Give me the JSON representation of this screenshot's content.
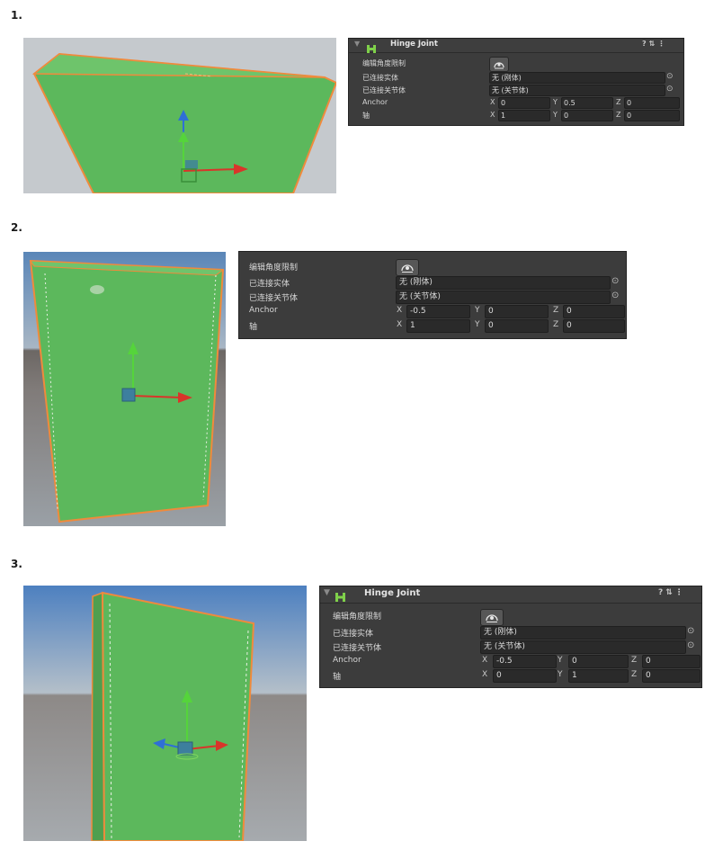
{
  "steps": [
    {
      "number": "1.",
      "component": {
        "title": "Hinge Joint",
        "header_tools": [
          "?",
          "⇅",
          "⋮"
        ],
        "edit_limits_label": "编辑角度限制",
        "connected_body_label": "已连接实体",
        "connected_body_value": "无 (刚体)",
        "connected_articulation_label": "已连接关节体",
        "connected_articulation_value": "无 (关节体)",
        "anchor_label": "Anchor",
        "anchor": {
          "x": "0",
          "y": "0.5",
          "z": "0"
        },
        "axis_label": "轴",
        "axis": {
          "x": "1",
          "y": "0",
          "z": "0"
        }
      }
    },
    {
      "number": "2.",
      "component": {
        "edit_limits_label": "编辑角度限制",
        "connected_body_label": "已连接实体",
        "connected_body_value": "无 (刚体)",
        "connected_articulation_label": "已连接关节体",
        "connected_articulation_value": "无 (关节体)",
        "anchor_label": "Anchor",
        "anchor": {
          "x": "-0.5",
          "y": "0",
          "z": "0"
        },
        "axis_label": "轴",
        "axis": {
          "x": "1",
          "y": "0",
          "z": "0"
        }
      }
    },
    {
      "number": "3.",
      "component": {
        "title": "Hinge Joint",
        "header_tools": [
          "?",
          "⇅",
          "⋮"
        ],
        "edit_limits_label": "编辑角度限制",
        "connected_body_label": "已连接实体",
        "connected_body_value": "无 (刚体)",
        "connected_articulation_label": "已连接关节体",
        "connected_articulation_value": "无 (关节体)",
        "anchor_label": "Anchor",
        "anchor": {
          "x": "-0.5",
          "y": "0",
          "z": "0"
        },
        "axis_label": "轴",
        "axis": {
          "x": "0",
          "y": "1",
          "z": "0"
        }
      }
    }
  ],
  "axis_letters": {
    "x": "X",
    "y": "Y",
    "z": "Z"
  },
  "colors": {
    "panel_bg": "#3c3c3c",
    "field_bg": "#2a2a2a",
    "plane_green": "#5cb85c",
    "outline_orange": "#f08a3c",
    "gizmo_x": "#d9352a",
    "gizmo_y": "#55d43b",
    "gizmo_z": "#2f6fd6"
  },
  "icons": {
    "component": "hinge-joint-icon",
    "edit_limits": "edit-angular-limits-icon",
    "object_picker": "object-picker-icon"
  }
}
